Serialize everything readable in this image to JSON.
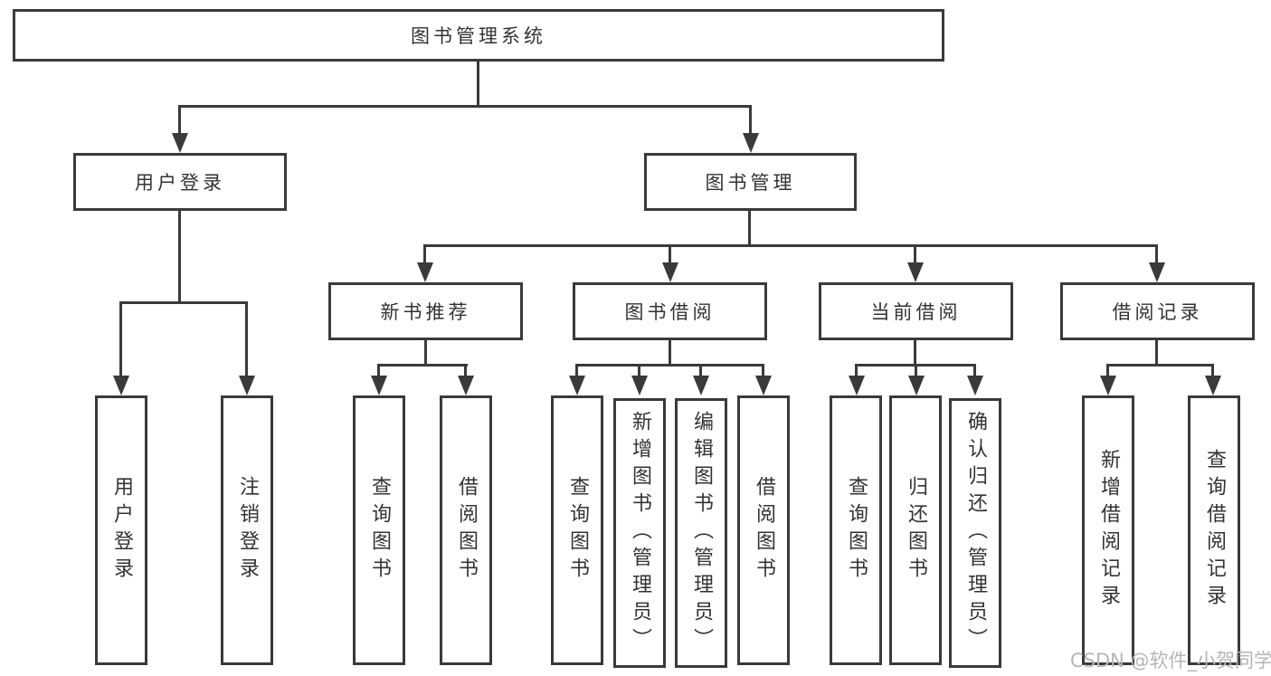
{
  "tree": {
    "root": {
      "label": "图书管理系统"
    },
    "branches": [
      {
        "label": "用户登录",
        "children": [
          {
            "label": "用户登录"
          },
          {
            "label": "注销登录"
          }
        ]
      },
      {
        "label": "图书管理",
        "children": [
          {
            "label": "新书推荐",
            "children": [
              {
                "label": "查询图书"
              },
              {
                "label": "借阅图书"
              }
            ]
          },
          {
            "label": "图书借阅",
            "children": [
              {
                "label": "查询图书"
              },
              {
                "label": "新增图书（管理员）"
              },
              {
                "label": "编辑图书（管理员）"
              },
              {
                "label": "借阅图书"
              }
            ]
          },
          {
            "label": "当前借阅",
            "children": [
              {
                "label": "查询图书"
              },
              {
                "label": "归还图书"
              },
              {
                "label": "确认归还（管理员）"
              }
            ]
          },
          {
            "label": "借阅记录",
            "children": [
              {
                "label": "新增借阅记录"
              },
              {
                "label": "查询借阅记录"
              }
            ]
          }
        ]
      }
    ]
  },
  "watermark": "CSDN @软件_小贺同学",
  "colors": {
    "line": "#3a3a3a",
    "text": "#333333",
    "watermark": "#b3b6b9",
    "background": "#ffffff"
  }
}
